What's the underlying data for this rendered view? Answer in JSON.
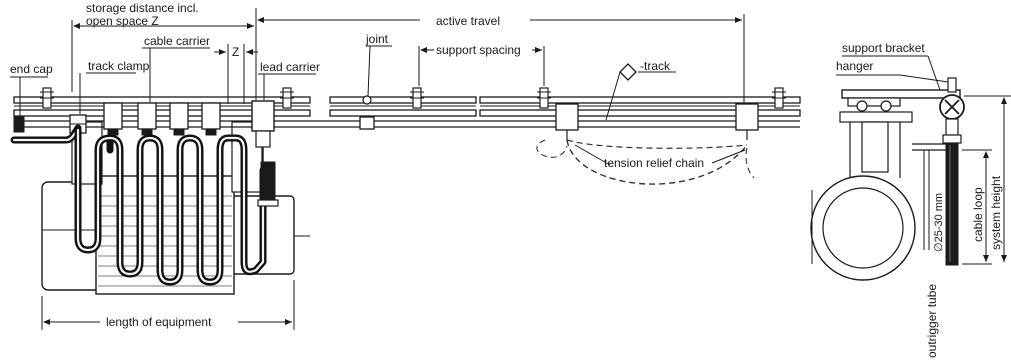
{
  "labels": {
    "end_cap": "end cap",
    "track_clamp": "track clamp",
    "storage_distance_1": "storage distance incl.",
    "storage_distance_2": "open space Z",
    "cable_carrier": "cable carrier",
    "z": "Z",
    "lead_carrier": "lead carrier",
    "joint": "joint",
    "support_spacing": "support spacing",
    "active_travel": "active travel",
    "track": "-track",
    "tension_relief_chain": "tension relief chain",
    "length_of_equipment": "length of equipment",
    "support_bracket": "support bracket",
    "hanger": "hanger",
    "diameter": "∅25-30 mm",
    "cable_loop": "cable loop",
    "system_height": "system height",
    "outrigger_tube": "outrigger tube"
  },
  "icons": {
    "track_profile": "diamond-icon"
  }
}
